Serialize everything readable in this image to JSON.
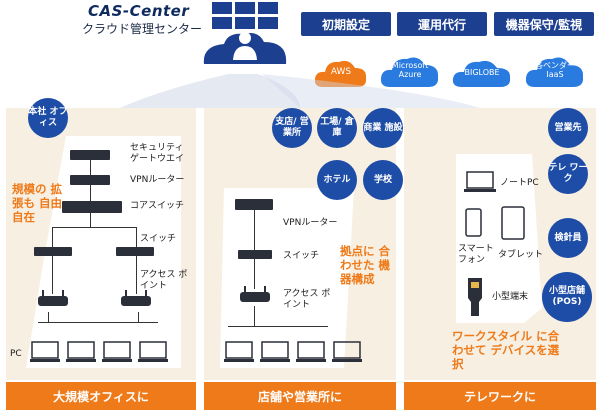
{
  "header": {
    "title": "CAS-Center",
    "subtitle": "クラウド管理センター"
  },
  "services": [
    "初期設定",
    "運用代行",
    "機器保守/監視"
  ],
  "clouds": [
    "AWS",
    "Microsoft Azure",
    "BIGLOBE",
    "各ベンダー IaaS"
  ],
  "sections": {
    "office": {
      "badge": "本社 オフィス",
      "devices": [
        "セキュリティ ゲートウエイ",
        "VPNルーター",
        "コアスイッチ",
        "スイッチ",
        "アクセス ポイント"
      ],
      "pc_label": "PC",
      "highlight": "規模の 拡張も 自由自在",
      "footer": "大規模オフィスに"
    },
    "store": {
      "badges": [
        "支店/ 営業所",
        "工場/ 倉庫",
        "商業 施設",
        "ホテル",
        "学校"
      ],
      "devices": [
        "VPNルーター",
        "スイッチ",
        "アクセス ポイント"
      ],
      "highlight": "拠点に 合わせた 機器構成",
      "footer": "店舗や営業所に"
    },
    "telework": {
      "badges": [
        "営業先",
        "テレ ワーク",
        "検針員",
        "小型店舗 (POS)"
      ],
      "devices": [
        "ノートPC",
        "スマート フォン",
        "タブレット",
        "小型端末"
      ],
      "highlight": "ワークスタイル に合わせて デバイスを選択",
      "footer": "テレワークに"
    }
  },
  "colors": {
    "navy": "#1d3f8f",
    "cloud_blue": "#2a7be0",
    "orange": "#ee7a1a",
    "panel_bg": "#f7efe2"
  }
}
